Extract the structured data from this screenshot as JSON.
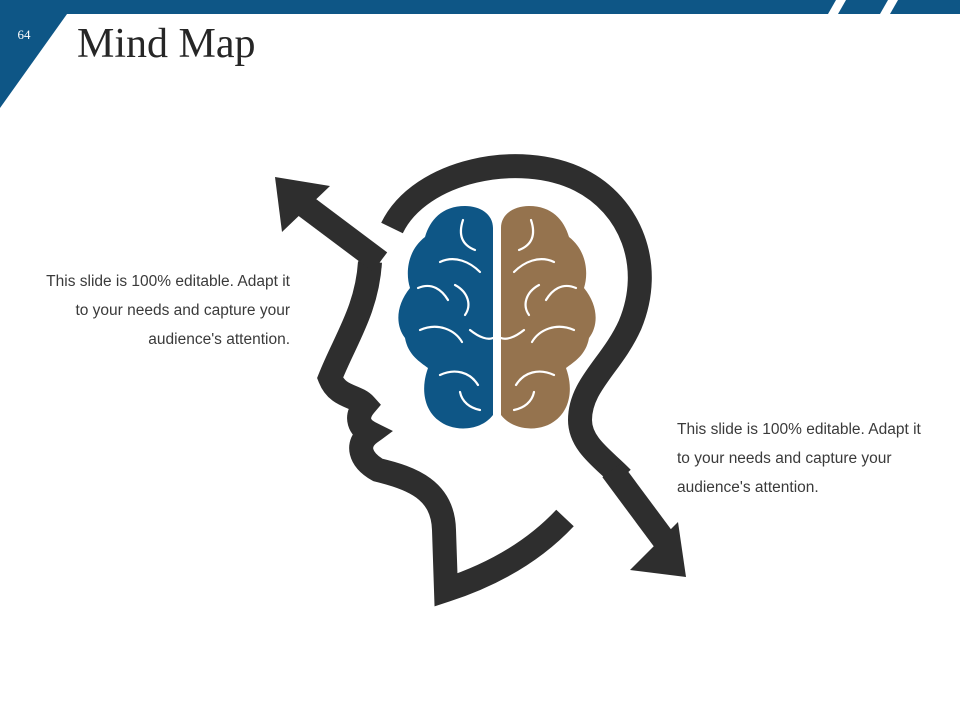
{
  "header": {
    "page_number": "64",
    "title": "Mind Map"
  },
  "body": {
    "left_text": "This slide is 100% editable. Adapt it to your needs and capture your audience's attention.",
    "right_text": "This slide is 100% editable. Adapt it to your needs and capture your audience's attention."
  },
  "colors": {
    "header_blue": "#0e5686",
    "outline_dark": "#2e2e2e",
    "brain_left_blue": "#0e5686",
    "brain_right_brown": "#95734e"
  },
  "icons": {
    "head": "head-profile-icon",
    "brain": "brain-icon",
    "arrow_up_left": "arrow-up-left-icon",
    "arrow_down_right": "arrow-down-right-icon"
  }
}
